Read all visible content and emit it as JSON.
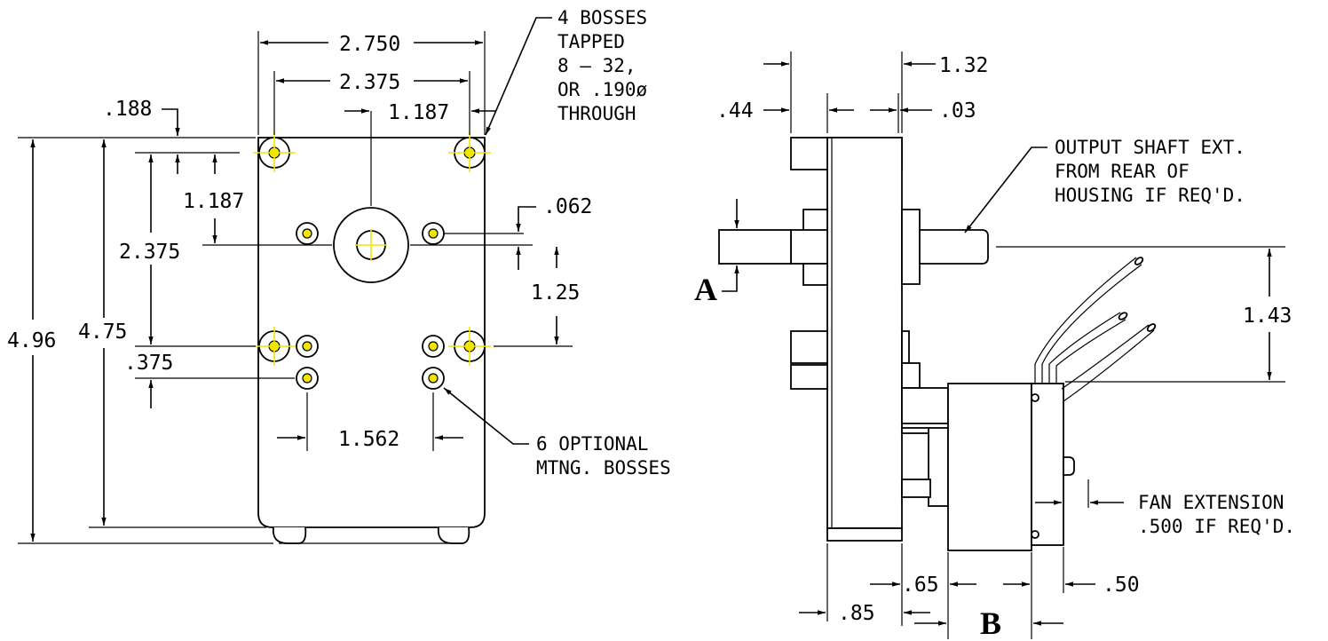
{
  "colors": {
    "line": "#000000",
    "centerline": "#f2e600",
    "background": "#ffffff"
  },
  "front_view": {
    "dim_width_overall": "2.750",
    "dim_width_bosses": "2.375",
    "dim_half_width": "1.187",
    "dim_left_offset": ".188",
    "dim_vert_upper": "1.187",
    "dim_vert_bosses": "2.375",
    "dim_height_overall": "4.96",
    "dim_height_body": "4.75",
    "dim_optional_offset": ".375",
    "dim_shaft_offset": ".062",
    "dim_shaft_to_boss": "1.25",
    "dim_optional_spacing": "1.562",
    "note_bosses": [
      "4 BOSSES",
      "TAPPED",
      "8 – 32,",
      "OR .190ø",
      "THROUGH"
    ],
    "note_optional": [
      "6 OPTIONAL",
      "MTNG. BOSSES"
    ]
  },
  "side_view": {
    "dim_top_left": ".44",
    "dim_top_right": "1.32",
    "dim_top_small": ".03",
    "note_output_shaft": [
      "OUTPUT SHAFT EXT.",
      "FROM REAR OF",
      "HOUSING IF REQ'D."
    ],
    "dim_shaft_height": "1.43",
    "label_a": "A",
    "label_b": "B",
    "note_fan": [
      "FAN EXTENSION",
      ".500 IF REQ'D."
    ],
    "dim_bottom_65": ".65",
    "dim_bottom_85": ".85",
    "dim_bottom_50": ".50"
  }
}
